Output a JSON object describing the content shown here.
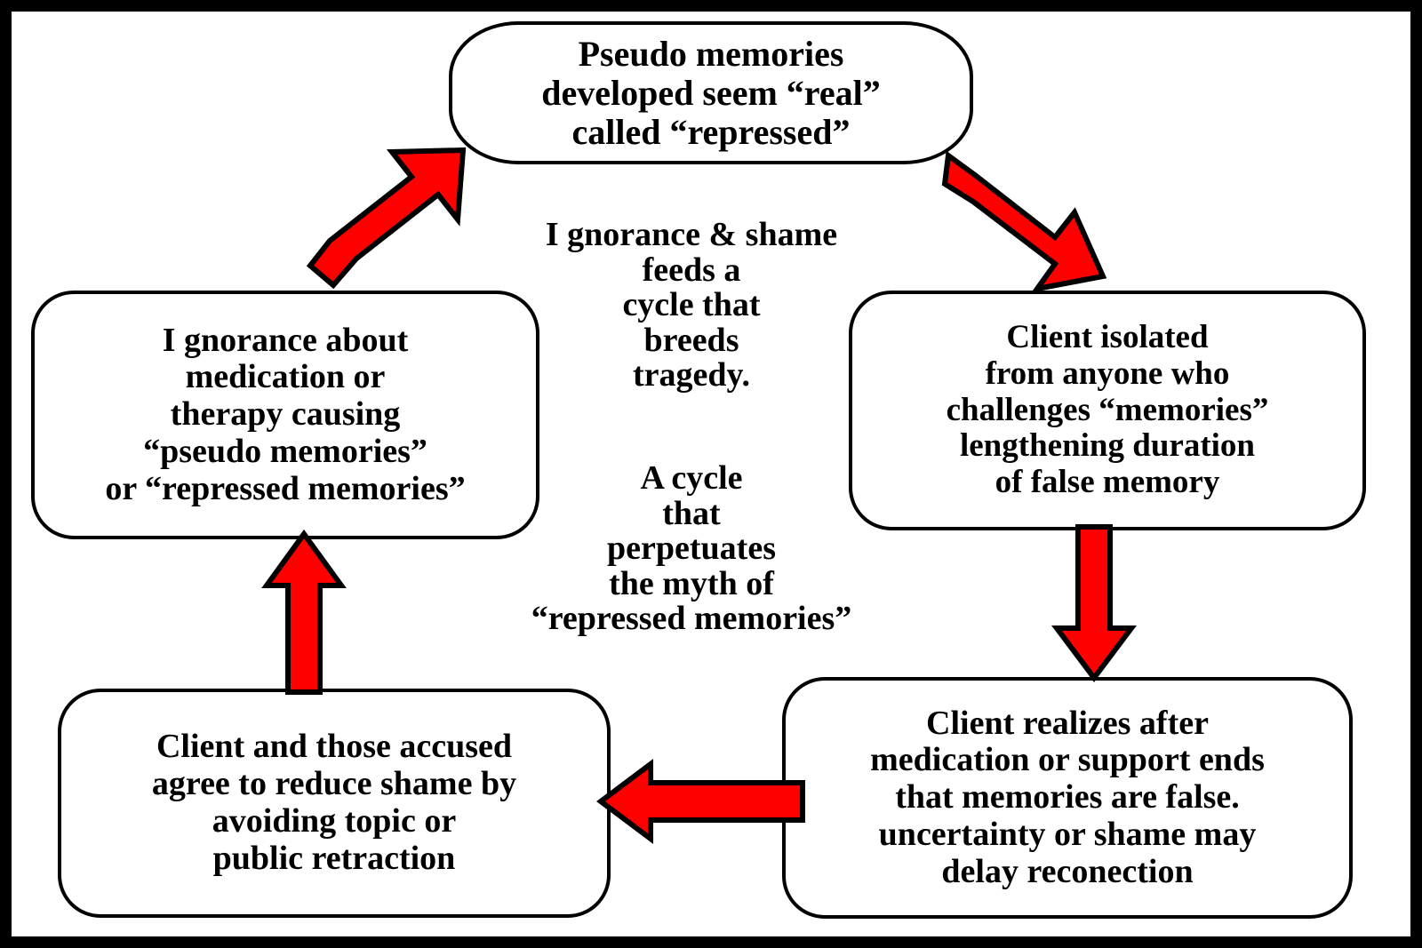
{
  "diagram": {
    "title_context": "Cycle diagram about pseudo / repressed memories",
    "accent_color": "#FF0000",
    "outline_color": "#000000",
    "background_color": "#FFFFFF",
    "nodes": [
      {
        "id": "pseudo-memories",
        "position": "top",
        "lines": [
          "Pseudo memories",
          "developed seem  “real”",
          "called “repressed”"
        ]
      },
      {
        "id": "client-isolated",
        "position": "right",
        "lines": [
          "Client isolated",
          "from anyone who",
          "challenges “memories”",
          "lengthening duration",
          "of false memory"
        ]
      },
      {
        "id": "client-realizes",
        "position": "bottom-right",
        "lines": [
          "Client realizes after",
          "medication or support ends",
          "that memories are false.",
          "uncertainty or shame may",
          "delay reconection"
        ]
      },
      {
        "id": "client-and-accused-agree",
        "position": "bottom-left",
        "lines": [
          "Client and those accused",
          "agree to reduce shame by",
          "avoiding topic or",
          "public retraction"
        ]
      },
      {
        "id": "ignorance-about-medication",
        "position": "left",
        "lines": [
          "I gnorance about",
          "medication or",
          "therapy causing",
          "“pseudo memories”",
          "or “repressed memories”"
        ]
      }
    ],
    "captions": [
      {
        "id": "ignorance-shame-caption",
        "lines": [
          "I gnorance & shame",
          "feeds a",
          "cycle that",
          "breeds",
          "tragedy."
        ]
      },
      {
        "id": "cycle-perpetuates-caption",
        "lines": [
          "A cycle",
          "that",
          "perpetuates",
          "the myth of",
          "“repressed memories”"
        ]
      }
    ],
    "arrows": [
      {
        "id": "arrow-left-to-top",
        "direction": "up-right",
        "from": "ignorance-about-medication",
        "to": "pseudo-memories"
      },
      {
        "id": "arrow-top-to-right",
        "direction": "down-right",
        "from": "pseudo-memories",
        "to": "client-isolated"
      },
      {
        "id": "arrow-right-to-bottom-right",
        "direction": "down",
        "from": "client-isolated",
        "to": "client-realizes"
      },
      {
        "id": "arrow-bottom-right-to-bottom-left",
        "direction": "left",
        "from": "client-realizes",
        "to": "client-and-accused-agree"
      },
      {
        "id": "arrow-bottom-left-to-left",
        "direction": "up",
        "from": "client-and-accused-agree",
        "to": "ignorance-about-medication"
      }
    ]
  }
}
